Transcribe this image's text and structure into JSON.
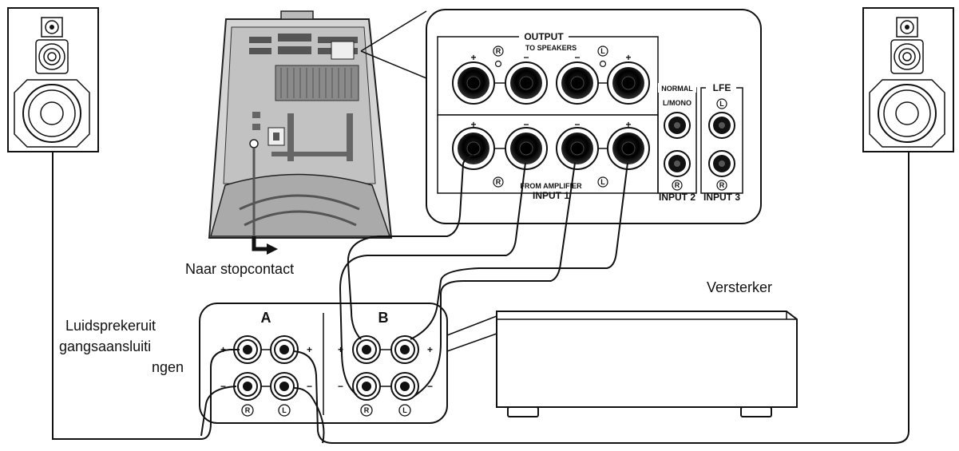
{
  "labels": {
    "power_outlet": "Naar stopcontact",
    "amplifier": "Versterker",
    "speaker_outputs_line1": "Luidsprekeruit",
    "speaker_outputs_line2": "gangsaansluiti",
    "speaker_outputs_line3": "ngen"
  },
  "subwoofer_panel": {
    "output_title": "OUTPUT",
    "output_subtitle": "TO SPEAKERS",
    "right_mark": "R",
    "left_mark": "L",
    "plus": "+",
    "minus": "−",
    "from_amplifier": "FROM AMPLIFIER",
    "input1": "INPUT 1",
    "normal": "NORMAL",
    "lfe": "LFE",
    "l_mono": "L/MONO",
    "input2": "INPUT 2",
    "input3": "INPUT 3"
  },
  "amp_terminals": {
    "group_a": "A",
    "group_b": "B",
    "plus": "+",
    "minus": "−",
    "right_mark": "R",
    "left_mark": "L"
  }
}
